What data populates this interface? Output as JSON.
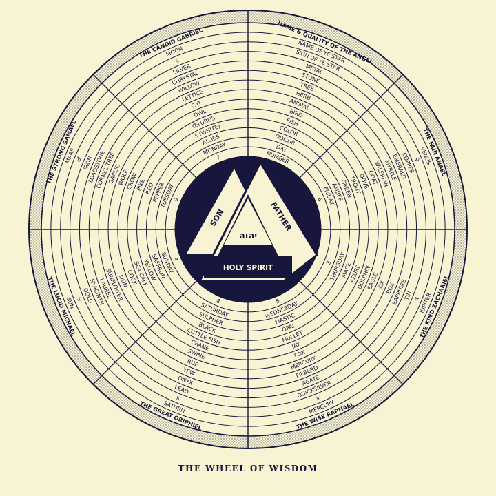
{
  "caption": "THE WHEEL OF WISDOM",
  "colors": {
    "ink": "#16163a",
    "paper": "#f7f3d3",
    "hub": "#17173d"
  },
  "center": {
    "left_triangle": "SON",
    "right_triangle": "FATHER",
    "tetragrammaton": "יהוה",
    "bar": "HOLY SPIRIT"
  },
  "key_sector": {
    "top": "NAME & QUALITY OF THE ANGEL",
    "items": [
      "NAME OF YE STAR",
      "SIGN OF YE STAR",
      "METAL",
      "STONE",
      "TREE",
      "HERB",
      "ANIMAL",
      "BIRD",
      "FISH",
      "COLOR",
      "ODOUR",
      "DAY",
      "NUMBER"
    ]
  },
  "planet_sectors": [
    {
      "angel": "THE CANDID GABRIEL",
      "items": [
        "MOON",
        "☾",
        "SILVER",
        "CHRYSTAL",
        "WILLOW",
        "LETTICE",
        "CAT",
        "OWL",
        "ŒLURUS",
        "ᚻ (WHITE)",
        "ALOES",
        "MONDAY",
        "7"
      ]
    },
    {
      "angel": "THE STRONG SAMAEL",
      "items": [
        "MARS",
        "♂",
        "IRON",
        "LOADSTONE",
        "CORNEL TREE",
        "GARLIC",
        "WOLF",
        "CROW",
        "PIKE",
        "RED",
        "PEPPER",
        "TUESDAY",
        "9"
      ]
    },
    {
      "angel": "THE LUCID MICHAEL",
      "items": [
        "SUN",
        "☉",
        "GOLD",
        "HYACINTH",
        "LAUREL",
        "SUNFLOWER",
        "LION",
        "COCK",
        "SEA CALF",
        "YELLOW",
        "SAFFRON",
        "SUNDAY",
        "4"
      ]
    },
    {
      "angel": "THE GREAT ORIPHIEL",
      "items": [
        "SATURN",
        "♄",
        "LEAD",
        "ONYX",
        "YEW",
        "RUE",
        "SWINE",
        "CRANE",
        "CUTTLE FISH",
        "BLACK",
        "SULPHER",
        "SATURDAY",
        "8"
      ]
    },
    {
      "angel": "THE WISE RAPHAEL",
      "items": [
        "MERCURY",
        "☿",
        "QUICKSILVER",
        "AGATE",
        "FILBERD",
        "MERCURY",
        "FOX",
        "JAY",
        "MULLET",
        "OPAL",
        "MASTIC",
        "WEDNESDAY",
        "5"
      ]
    },
    {
      "angel": "THE KIND ZACHARIEL",
      "items": [
        "JUPITER",
        "♃",
        "TIN",
        "SAPPHIRE",
        "BOX",
        "OX",
        "EAGLE",
        "DOLPHIN",
        "AZURE",
        "MACE",
        "THURSDAY",
        "3"
      ]
    },
    {
      "angel": "THE FAIR ANAEL",
      "items": [
        "VENUS",
        "♀",
        "COPPER",
        "EMERALD",
        "MYRTLE",
        "VALERIAN",
        "GOAT",
        "DOVE",
        "TROUT",
        "GREEN",
        "AMBER",
        "FRIDAY",
        "6"
      ]
    }
  ]
}
